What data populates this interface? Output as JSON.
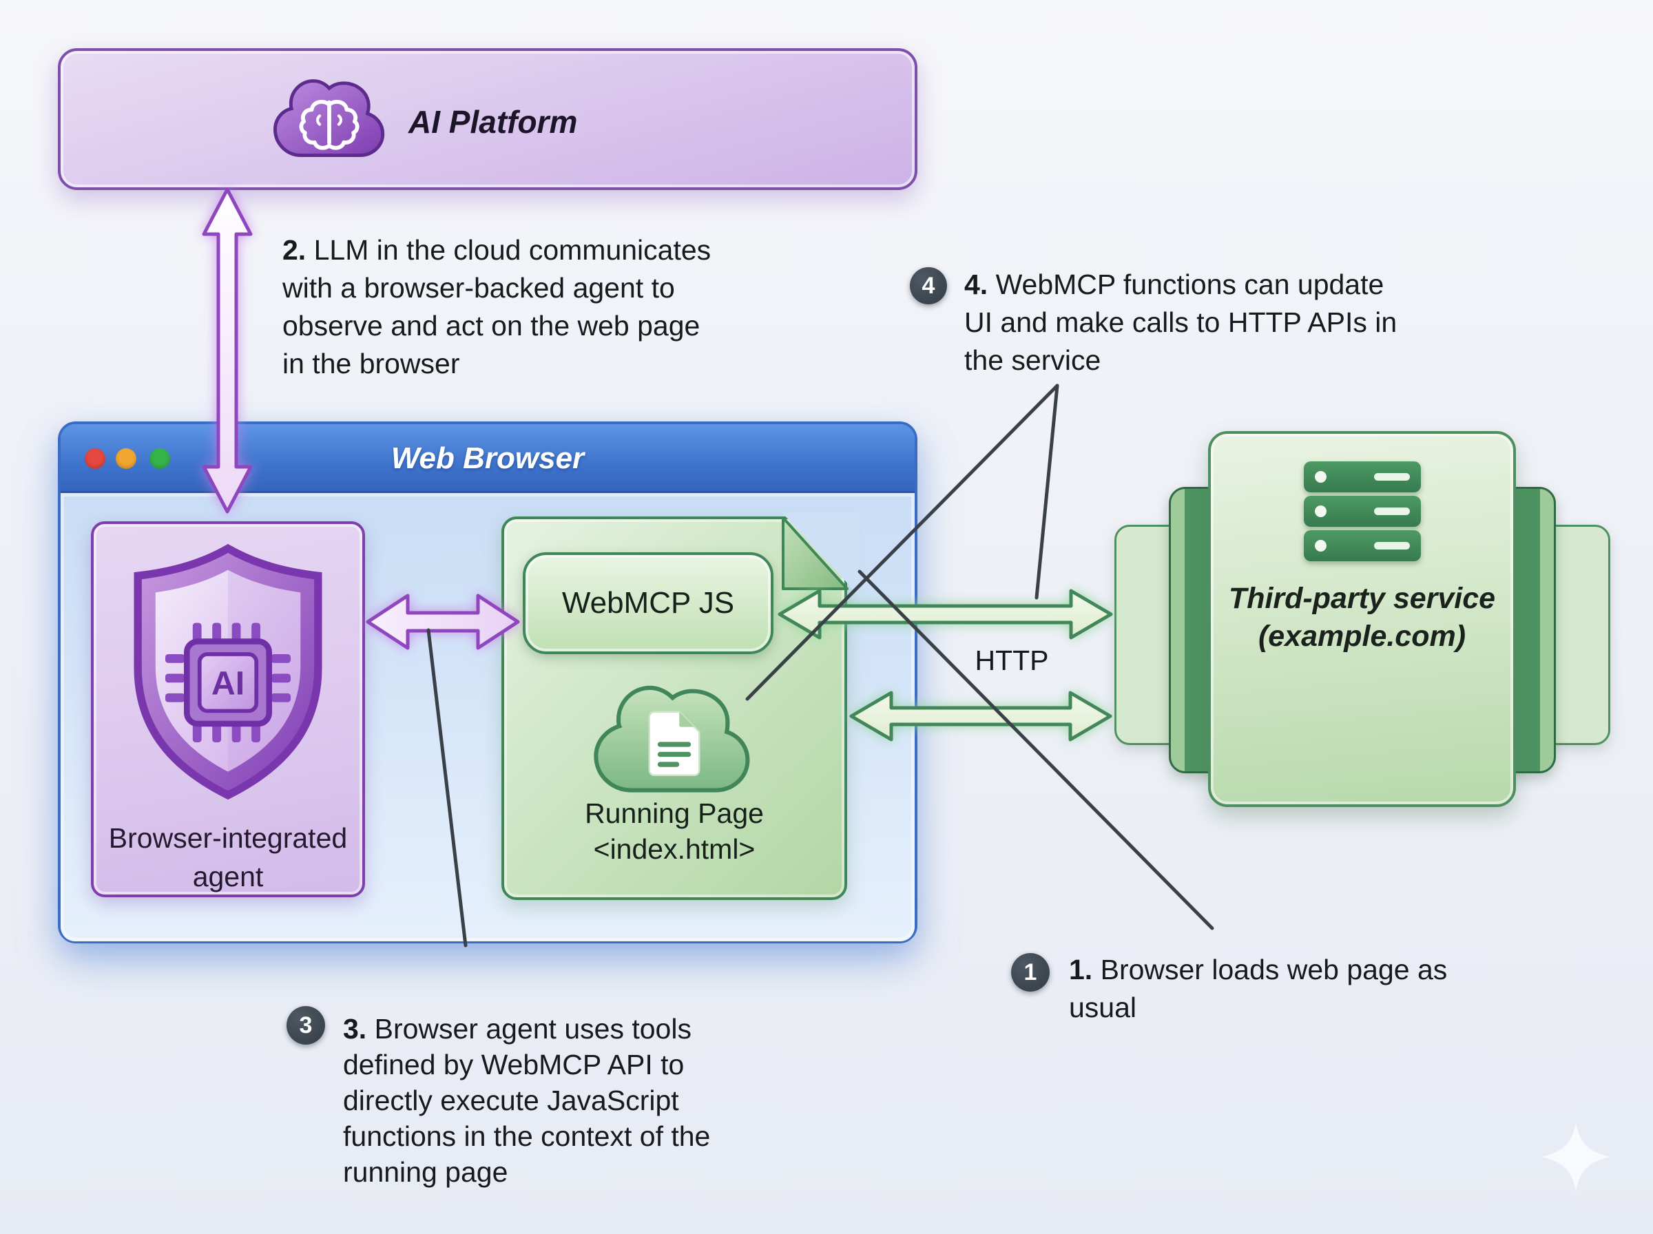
{
  "ai_platform": {
    "label": "AI Platform",
    "icon": "cloud-brain-icon"
  },
  "browser": {
    "title": "Web Browser",
    "traffic_lights": [
      "#e4483f",
      "#f0a832",
      "#35b44a"
    ]
  },
  "agent": {
    "icon": "ai-shield-icon",
    "lines": [
      "Browser-integrated",
      "agent"
    ]
  },
  "webmcp": {
    "label": "WebMCP JS"
  },
  "running_page": {
    "icon": "cloud-document-icon",
    "lines": [
      "Running Page",
      "<index.html>"
    ]
  },
  "http": {
    "label": "HTTP"
  },
  "service": {
    "icon": "server-icon",
    "lines": [
      "Third-party service",
      "(example.com)"
    ]
  },
  "notes": {
    "n1": {
      "badge": "1",
      "prefix": "1.",
      "lines": [
        " Browser loads web page as",
        "usual"
      ]
    },
    "n2": {
      "prefix": "2.",
      "lines": [
        " LLM in the cloud communicates",
        "with a browser-backed agent to",
        "observe and act on the web page",
        "in the browser"
      ]
    },
    "n3": {
      "badge": "3",
      "prefix": "3.",
      "lines": [
        " Browser agent uses tools",
        "defined by WebMCP API to",
        "directly execute JavaScript",
        "functions in the context of the",
        "running page"
      ]
    },
    "n4": {
      "badge": "4",
      "prefix": "4.",
      "lines": [
        " WebMCP functions can update",
        "UI and make calls to HTTP APIs in",
        "the service"
      ]
    }
  },
  "colors": {
    "purple_accent": "#8f46be",
    "green_accent": "#43875a",
    "browser_blue": "#3a6cc4",
    "badge_bg": "#3f4852",
    "pointer_line": "#3a4047"
  }
}
